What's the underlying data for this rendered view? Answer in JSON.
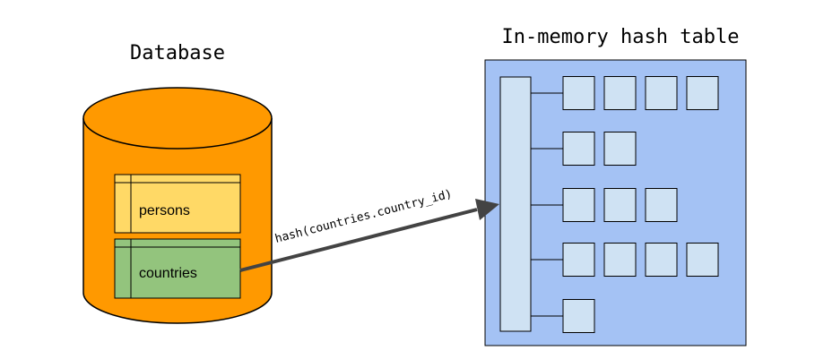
{
  "database": {
    "title": "Database",
    "tables": [
      {
        "label": "persons"
      },
      {
        "label": "countries"
      }
    ]
  },
  "hash_table": {
    "title": "In-memory hash table",
    "bucket_counts": [
      4,
      2,
      3,
      4,
      1
    ]
  },
  "arrow": {
    "label": "hash(countries.country_id)"
  },
  "colors": {
    "cylinder": "#ff9900",
    "cylinder_stroke": "#000000",
    "persons_table": "#ffd966",
    "countries_table": "#93c47d",
    "hash_panel": "#a4c2f4",
    "bucket": "#cfe2f3",
    "arrow": "#434343"
  }
}
